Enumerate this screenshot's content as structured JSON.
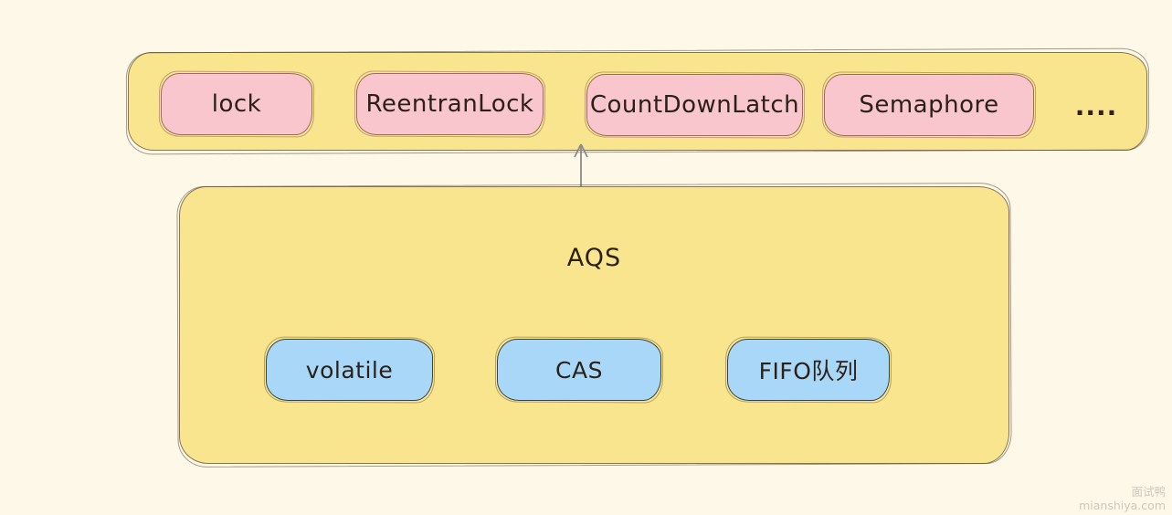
{
  "diagram": {
    "top_row": {
      "items": [
        {
          "label": "lock"
        },
        {
          "label": "ReentranLock"
        },
        {
          "label": "CountDownLatch"
        },
        {
          "label": "Semaphore"
        }
      ],
      "ellipsis": "...."
    },
    "arrow": {
      "direction": "up",
      "color": "#8a8a8a"
    },
    "aqs_box": {
      "title": "AQS",
      "children": [
        {
          "label": "volatile"
        },
        {
          "label": "CAS"
        },
        {
          "label": "FIFO队列"
        }
      ]
    },
    "colors": {
      "background": "#fdf8e8",
      "container_fill": "#fae58f",
      "container_stroke": "#897452",
      "pink_fill": "#f8c6cc",
      "pink_stroke": "#9c6b63",
      "blue_fill": "#a8d7f7",
      "blue_stroke": "#39424b",
      "text": "#2b2118"
    }
  },
  "watermark": {
    "line1": "面试鸭",
    "line2": "mianshiya.com"
  }
}
